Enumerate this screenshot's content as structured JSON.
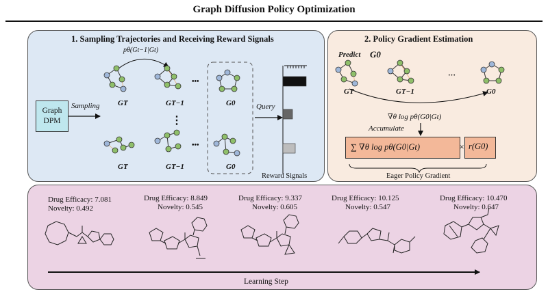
{
  "figure_title": "Graph Diffusion Policy Optimization",
  "panel1": {
    "title": "1. Sampling Trajectories and Receiving Reward Signals",
    "graph_dpm": "Graph DPM",
    "sampling": "Sampling",
    "transition": "pθ(Gt−1|Gt)",
    "labels": [
      "GT",
      "GT−1",
      "G0"
    ],
    "ellipsis": "•••",
    "vdots": "⋮",
    "query": "Query",
    "reward_signals": "Reward Signals",
    "reward_bars": [
      0.85,
      0.35,
      0.45
    ]
  },
  "panel2": {
    "title": "2. Policy Gradient Estimation",
    "predict": "Predict",
    "predict_target": "G0",
    "labels": [
      "GT",
      "GT−1",
      "···",
      "G0"
    ],
    "gradient": "∇θ log pθ(G0|Gt)",
    "accumulate": "Accumulate",
    "sum_term": "∑ ∇θ log pθ(G0|Gt)",
    "times": "×",
    "reward_term": "r(G0)",
    "eager": "Eager Policy Gradient"
  },
  "panel3": {
    "molecules": [
      {
        "efficacy_label": "Drug Efficacy: 7.081",
        "novelty_label": "Novelty: 0.492"
      },
      {
        "efficacy_label": "Drug Efficacy: 8.849",
        "novelty_label": "Novelty: 0.545"
      },
      {
        "efficacy_label": "Drug Efficacy: 9.337",
        "novelty_label": "Novelty: 0.605"
      },
      {
        "efficacy_label": "Drug Efficacy: 10.125",
        "novelty_label": "Novelty: 0.547"
      },
      {
        "efficacy_label": "Drug Efficacy: 10.470",
        "novelty_label": "Novelty: 0.647"
      }
    ],
    "learning_step": "Learning Step"
  },
  "colors": {
    "panel1_bg": "#dde8f4",
    "panel2_bg": "#f9ebe0",
    "panel3_bg": "#ecd3e4",
    "node_green": "#8fbf6a",
    "node_blue": "#9fb7d9",
    "accumulate_box": "#f3b899",
    "graph_dpm_box": "#bfe7ee"
  }
}
